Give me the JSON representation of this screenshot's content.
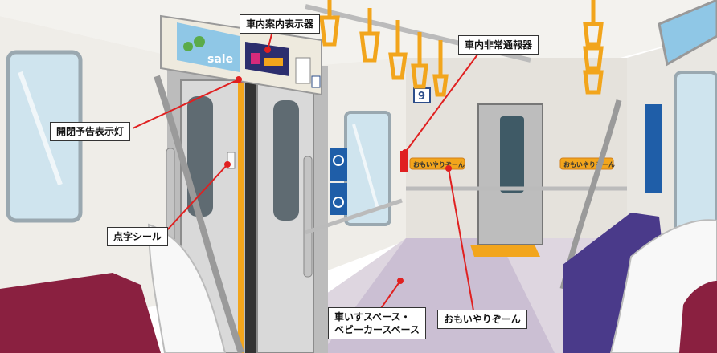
{
  "labels": {
    "display": "車内案内表示器",
    "emergency": "車内非常通報器",
    "door_light": "開閉予告表示灯",
    "braille": "点字シール",
    "omoiyari": "おもいやりぞーん",
    "wheelchair_line1": "車いすスペース・",
    "wheelchair_line2": "ベビーカースペース"
  },
  "signs": {
    "omoiyari_sticker": "おもいやりぞーん",
    "car_number": "9",
    "ad_sale": "sale"
  },
  "colors": {
    "callout_line": "#e02020",
    "strap": "#f2a51c",
    "seat": "#8a2040",
    "seat_blue": "#4a3a8a",
    "floor": "#cfc3d6",
    "wall": "#eceae6"
  }
}
